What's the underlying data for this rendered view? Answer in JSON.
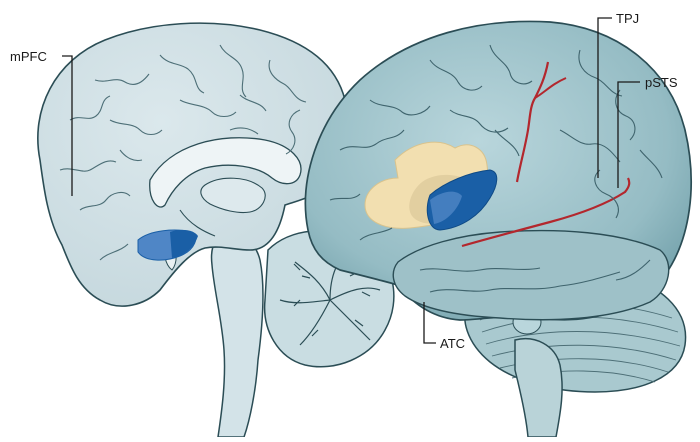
{
  "labels": {
    "mpfc": "mPFC",
    "tpj": "TPJ",
    "psts": "pSTS",
    "atc": "ATC"
  },
  "colors": {
    "brain_fill_medial": "#cfe0e6",
    "brain_fill_lateral": "#9fc2c9",
    "brain_shadow": "#6f9ea8",
    "outline": "#2b4d55",
    "gyri": "#4d6f77",
    "highlight_blue": "#1a5fa6",
    "highlight_blue_light": "#4f86c6",
    "highlight_tan": "#f2dfb0",
    "sulcus_red": "#b3272d",
    "leader_line": "#1a1a1a"
  }
}
